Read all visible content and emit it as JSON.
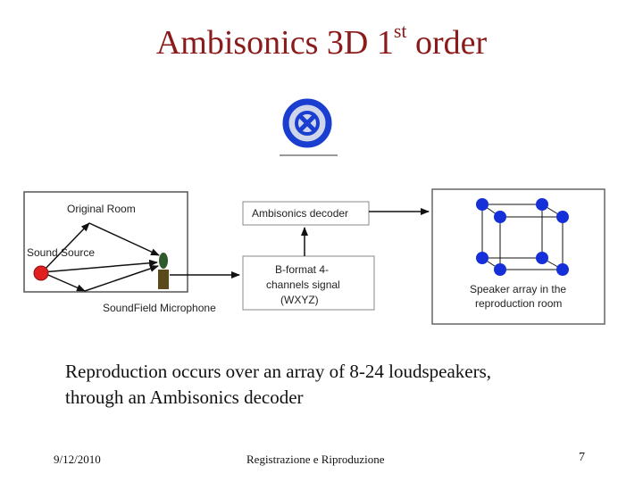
{
  "slide": {
    "title_main": "Ambisonics 3D 1",
    "title_sup": "st",
    "title_end": " order"
  },
  "diagram": {
    "original_room": "Original Room",
    "sound_source": "Sound Source",
    "microphone": "SoundField Microphone",
    "decoder": "Ambisonics decoder",
    "bformat_line1": "B-format 4-",
    "bformat_line2": "channels signal",
    "bformat_line3": "(WXYZ)",
    "speaker_line1": "Speaker array in the",
    "speaker_line2": "reproduction room",
    "colors": {
      "speaker": "#1530d8",
      "source": "#e02020",
      "mic": "#2f5a2a",
      "logo": "#1a3fd0"
    }
  },
  "caption": {
    "line1": "Reproduction occurs over an array of 8-24 loudspeakers,",
    "line2": "through an Ambisonics decoder"
  },
  "footer": {
    "date": "9/12/2010",
    "center": "Registrazione e Riproduzione",
    "page": "7"
  }
}
